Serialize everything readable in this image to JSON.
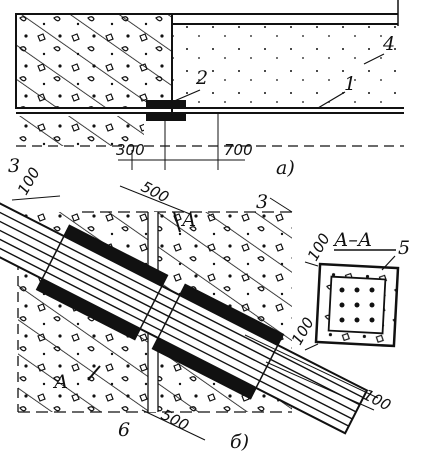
{
  "figure_a": {
    "letter": "а)",
    "callouts": [
      "1",
      "2",
      "3",
      "4"
    ],
    "dimensions": [
      "300",
      "700"
    ]
  },
  "figure_b": {
    "letter": "б)",
    "section_title": "А–А",
    "section_marks": [
      "А",
      "А"
    ],
    "callouts": [
      "3",
      "5",
      "6"
    ],
    "dimensions": [
      "100",
      "500",
      "500",
      "100",
      "100",
      "100"
    ]
  },
  "colors": {
    "ink": "#111111",
    "paper": "#ffffff"
  }
}
